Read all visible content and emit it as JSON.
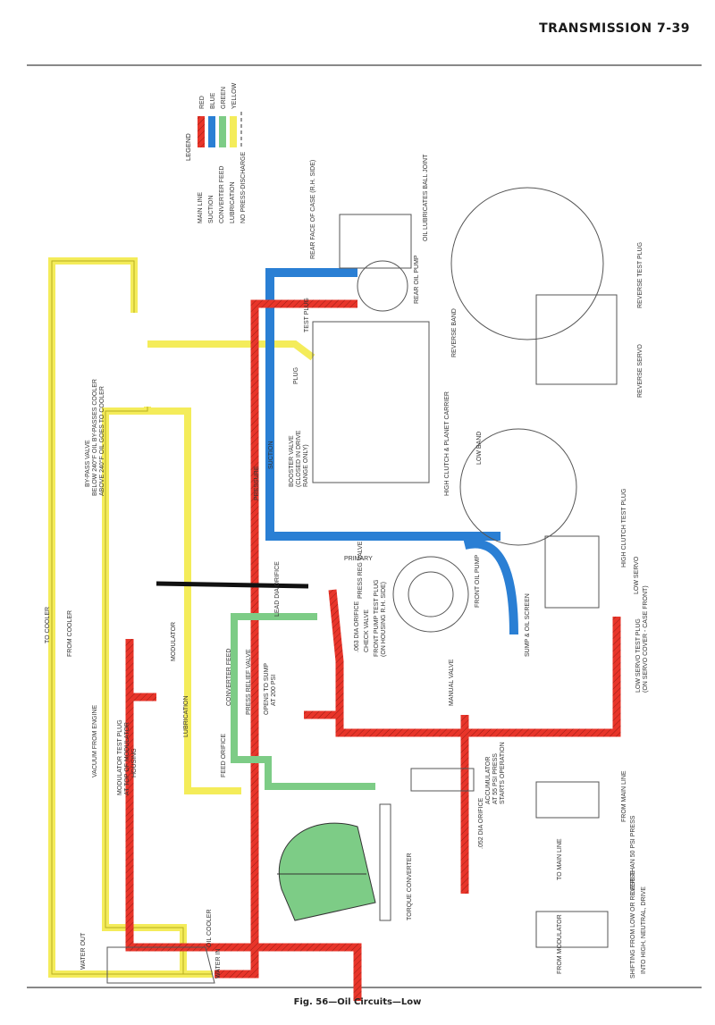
{
  "header": {
    "title": "TRANSMISSION 7-39"
  },
  "caption": "Fig. 56—Oil Circuits—Low",
  "colors": {
    "main_line": "#e8352a",
    "suction": "#2a7fd4",
    "converter_feed": "#7dcc86",
    "lubrication": "#f4ec5a",
    "outline": "#555555"
  },
  "legend": {
    "title": "LEGEND",
    "items": [
      {
        "label": "MAIN LINE",
        "color_name": "RED"
      },
      {
        "label": "SUCTION",
        "color_name": "BLUE"
      },
      {
        "label": "CONVERTER FEED",
        "color_name": "GREEN"
      },
      {
        "label": "LUBRICATION",
        "color_name": "YELLOW"
      },
      {
        "label": "NO PRESS-DISCHARGE",
        "color_name": "arrow-line"
      }
    ]
  },
  "labels": {
    "rear_face_of_case": "REAR FACE OF CASE (R.H. SIDE)",
    "oil_lubricates_ball_joint": "OIL LUBRICATES BALL JOINT",
    "rear_oil_pump": "REAR OIL PUMP",
    "test_plug": "TEST PLUG",
    "plug": "PLUG",
    "reverse_band": "REVERSE BAND",
    "reverse_test_plug": "REVERSE TEST PLUG",
    "reverse_servo": "REVERSE SERVO",
    "pressure": "PRESSURE",
    "suction": "SUCTION",
    "bypass_valve_1": "BY-PASS VALVE",
    "bypass_valve_2": "BELOW 240°F OIL BY-PASSES COOLER",
    "bypass_valve_3": "ABOVE 240°F OIL GOES TO COOLER",
    "booster_valve_1": "BOOSTER VALVE",
    "booster_valve_2": "(CLOSED IN DRIVE",
    "booster_valve_3": "RANGE ONLY)",
    "high_clutch_planet_carrier": "HIGH CLUTCH & PLANET CARRIER",
    "low_band": "LOW BAND",
    "high_clutch_test_plug": "HIGH CLUTCH TEST PLUG",
    "low_servo": "LOW SERVO",
    "low_servo_test_plug_1": "LOW SERVO TEST PLUG",
    "low_servo_test_plug_2": "(ON SERVO COVER - CASE FRONT)",
    "to_cooler": "TO COOLER",
    "from_cooler": "FROM COOLER",
    "lubrication": "LUBRICATION",
    "modulator": "MODULATOR",
    "vacuum_from_engine": "VACUUM FROM ENGINE",
    "modulator_test_plug_1": "MODULATOR TEST PLUG",
    "modulator_test_plug_2": "AT TOP OF MODULATOR",
    "modulator_test_plug_3": "HOUSING",
    "orifice": ".063 DIA ORIFICE",
    "orifice_small": "LEAD DIA ORIFICE",
    "press_reg_valve": "PRESS REG VALVE",
    "check_valve": "CHECK VALVE",
    "front_pump_test_plug_1": "FRONT PUMP TEST PLUG",
    "front_pump_test_plug_2": "(ON HOUSING R.H. SIDE)",
    "front_oil_pump": "FRONT OIL PUMP",
    "sump_oil_screen": "SUMP & OIL SCREEN",
    "primary": "PRIMARY",
    "converter_feed": "CONVERTER FEED",
    "press_relief_valve": "PRESS RELIEF VALVE",
    "opens_to_sump_1": "OPENS TO SUMP",
    "opens_to_sump_2": "AT 200 PSI",
    "feed_orifice": "FEED ORIFICE",
    "manual_valve": "MANUAL VALVE",
    "accumulator_1": "ACCUMULATOR",
    "accumulator_2": "AT 55 PSI PRESS",
    "accumulator_3": "STARTS OPERATION",
    "dia_orifice_052": ".052 DIA ORIFICE",
    "torque_converter": "TORQUE CONVERTER",
    "oil_cooler": "OIL COOLER",
    "water_out": "WATER OUT",
    "water_in": "WATER IN",
    "from_main_line": "FROM MAIN LINE",
    "less_than_psi": "LESS THAN 50 PSI PRESS",
    "to_main_line": "TO MAIN LINE",
    "from_modulator": "FROM MODULATOR",
    "shifting_1": "SHIFTING FROM LOW OR REVERSE",
    "shifting_2": "INTO HIGH, NEUTRAL, DRIVE"
  }
}
